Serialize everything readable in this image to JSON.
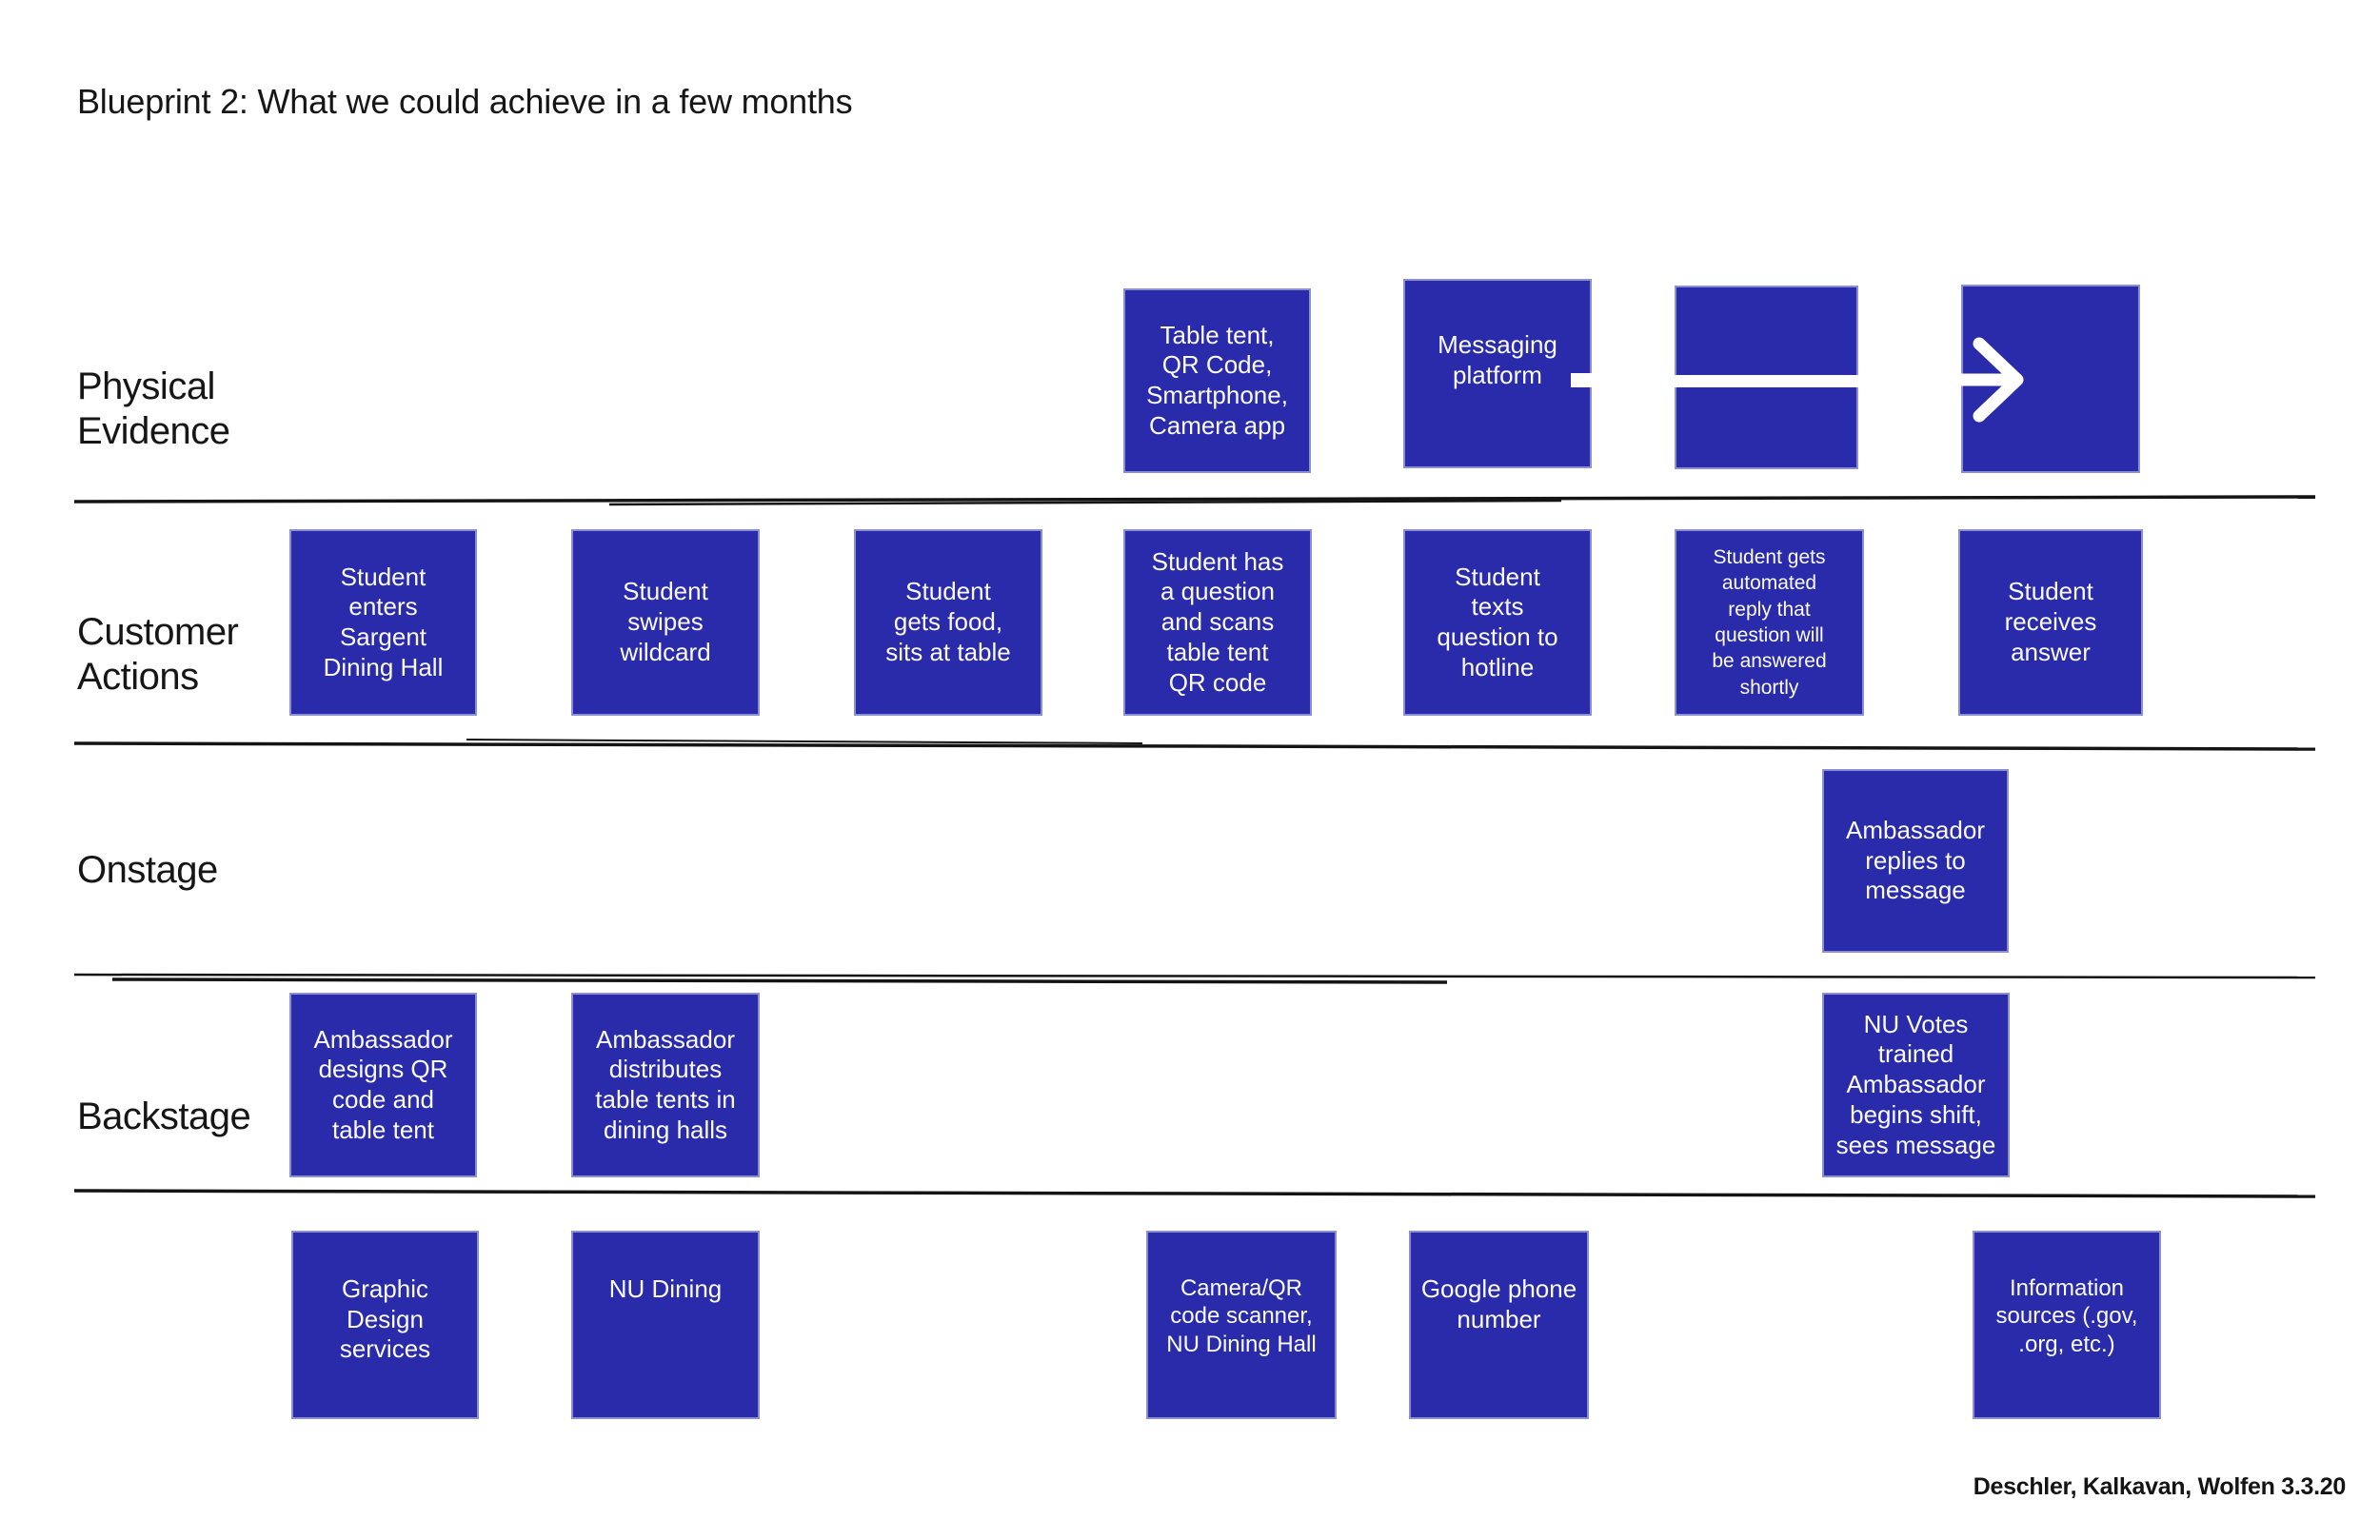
{
  "title": "Blueprint 2: What we could achieve in a few months",
  "credit": "Deschler, Kalkavan, Wolfen 3.3.20",
  "colors": {
    "background": "#FFFFFF",
    "box_fill": "#2A2BAB",
    "box_border": "#8C8FD3",
    "box_text": "#FAFAFF",
    "divider_line": "#141414",
    "label_text": "#161616",
    "flow_arrow": "#FFFFFF"
  },
  "icons": {
    "flow_arrow": "right-arrow"
  },
  "rows": [
    {
      "id": "physical-evidence",
      "label": "Physical\nEvidence",
      "boxes": [
        {
          "text": "Table tent,\nQR Code,\nSmartphone,\nCamera app"
        },
        {
          "text": "Messaging\nplatform"
        },
        {
          "text": ""
        },
        {
          "text": ""
        }
      ]
    },
    {
      "id": "customer-actions",
      "label": "Customer\nActions",
      "boxes": [
        {
          "text": "Student\nenters\nSargent\nDining Hall"
        },
        {
          "text": "Student\nswipes\nwildcard"
        },
        {
          "text": "Student\ngets food,\nsits at table"
        },
        {
          "text": "Student has\na question\nand scans\ntable tent\nQR code"
        },
        {
          "text": "Student\ntexts\nquestion to\nhotline"
        },
        {
          "text": "Student gets\nautomated\nreply that\nquestion will\nbe answered\nshortly"
        },
        {
          "text": "Student\nreceives\nanswer"
        }
      ]
    },
    {
      "id": "onstage",
      "label": "Onstage",
      "boxes": [
        {
          "text": "Ambassador\nreplies to\nmessage"
        }
      ]
    },
    {
      "id": "backstage",
      "label": "Backstage",
      "boxes": [
        {
          "text": "Ambassador\ndesigns QR\ncode and\ntable tent"
        },
        {
          "text": "Ambassador\ndistributes\ntable tents in\ndining halls"
        },
        {
          "text": "NU Votes\ntrained\nAmbassador\nbegins shift,\nsees message"
        }
      ]
    },
    {
      "id": "support",
      "label": "",
      "boxes": [
        {
          "text": "Graphic\nDesign\nservices"
        },
        {
          "text": "NU Dining"
        },
        {
          "text": "Camera/QR\ncode scanner,\nNU Dining Hall"
        },
        {
          "text": "Google phone\nnumber"
        },
        {
          "text": "Information\nsources (.gov,\n.org, etc.)"
        }
      ]
    }
  ]
}
